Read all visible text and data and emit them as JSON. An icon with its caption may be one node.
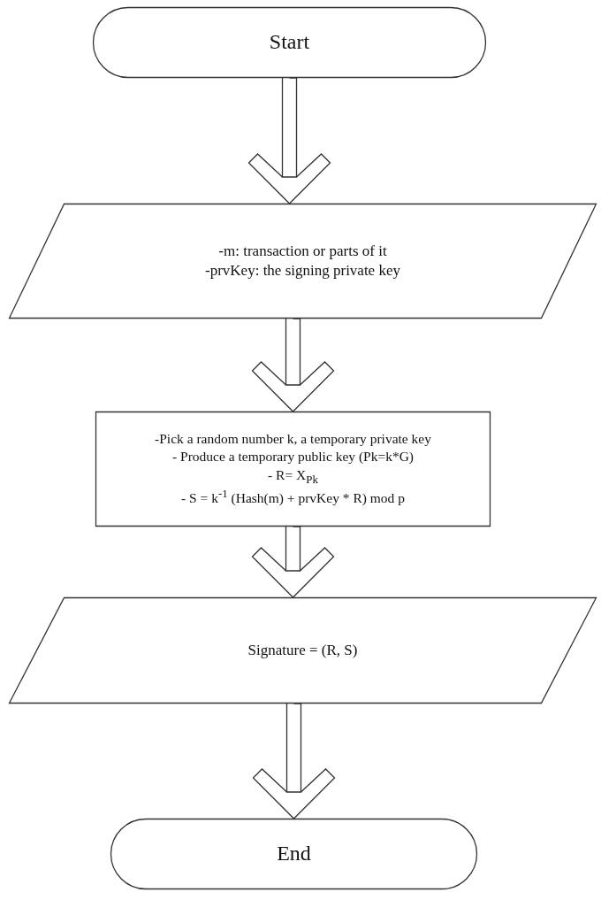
{
  "diagram": {
    "nodes": [
      {
        "text": [
          "Start"
        ]
      },
      {
        "text": [
          "-m: transaction or parts of it",
          "-prvKey: the signing private key"
        ]
      },
      {
        "text": [
          "-Pick a random number k, a temporary private key",
          "- Produce a temporary public key (Pk=k*G)",
          "- R= X$_{Pk}$",
          "- S = k$^{-1}$ (Hash(m) + prvKey * R) mod p"
        ]
      },
      {
        "text": [
          "Signature = (R, S)"
        ]
      },
      {
        "text": [
          "End"
        ]
      }
    ],
    "edges": [
      {
        "from": 0,
        "to": 1,
        "arrow": "to"
      },
      {
        "from": 1,
        "to": 2,
        "arrow": "to"
      },
      {
        "from": 2,
        "to": 3,
        "arrow": "to"
      },
      {
        "from": 3,
        "to": 4,
        "arrow": "to"
      }
    ]
  }
}
